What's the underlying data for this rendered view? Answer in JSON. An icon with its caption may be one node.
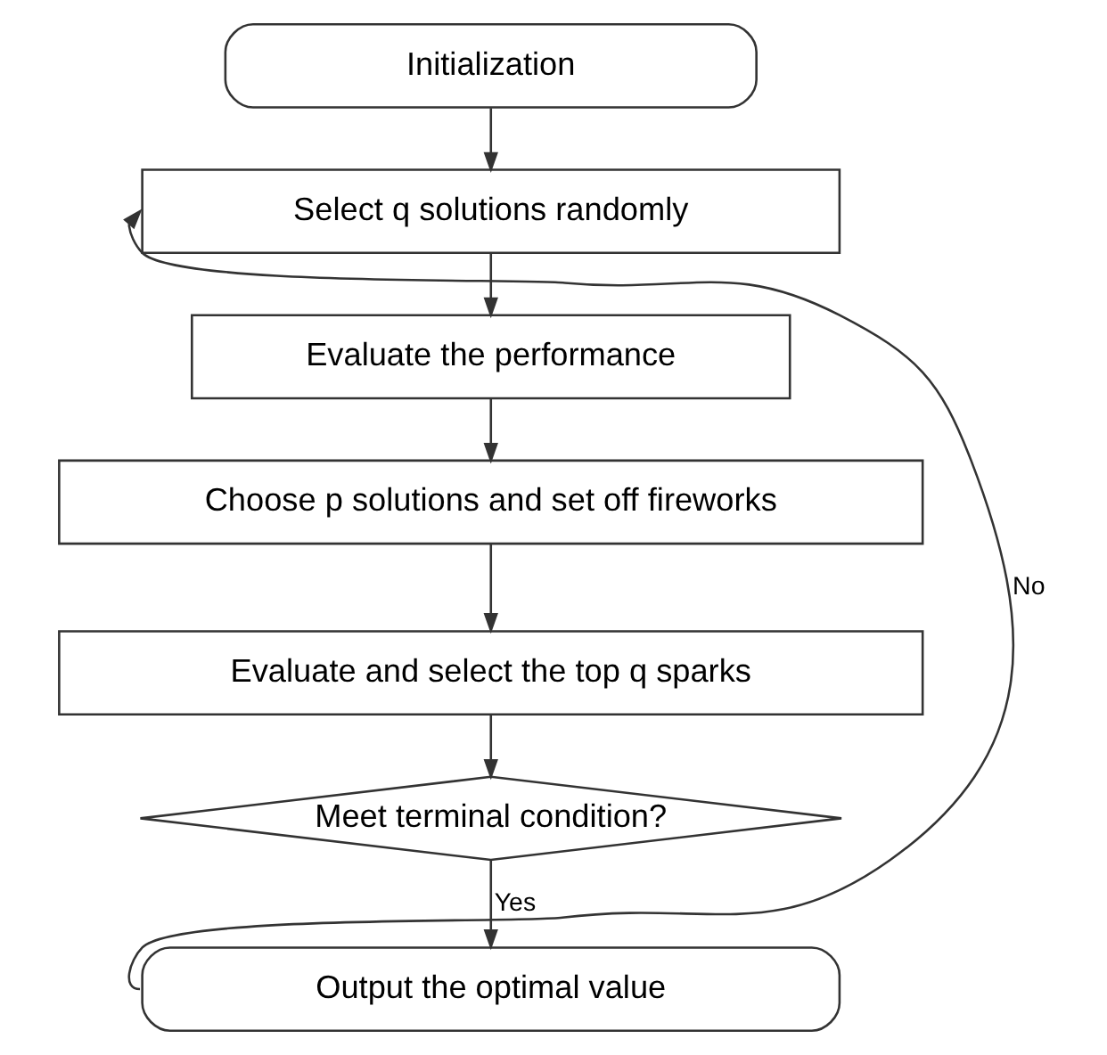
{
  "diagram": {
    "nodes": [
      {
        "text": [
          "Initialization"
        ]
      },
      {
        "text": [
          "Select q solutions randomly"
        ]
      },
      {
        "text": [
          "Evaluate the performance"
        ]
      },
      {
        "text": [
          "Choose p solutions and set off fireworks"
        ]
      },
      {
        "text": [
          "Evaluate and select the top q sparks"
        ]
      },
      {
        "text": [
          "Meet terminal condition?"
        ]
      },
      {
        "text": [
          "Output the optimal value"
        ]
      }
    ],
    "edges": [
      {
        "from": 0,
        "to": 1,
        "arrow": "to"
      },
      {
        "from": 1,
        "to": 2,
        "arrow": "to"
      },
      {
        "from": 2,
        "to": 3,
        "arrow": "to"
      },
      {
        "from": 3,
        "to": 4,
        "arrow": "to"
      },
      {
        "from": 4,
        "to": 5,
        "arrow": "to"
      },
      {
        "from": 5,
        "to": 6,
        "label": "Yes",
        "arrow": "to"
      },
      {
        "from": 6,
        "to": 1,
        "label": "No",
        "arrow": "to"
      }
    ]
  }
}
